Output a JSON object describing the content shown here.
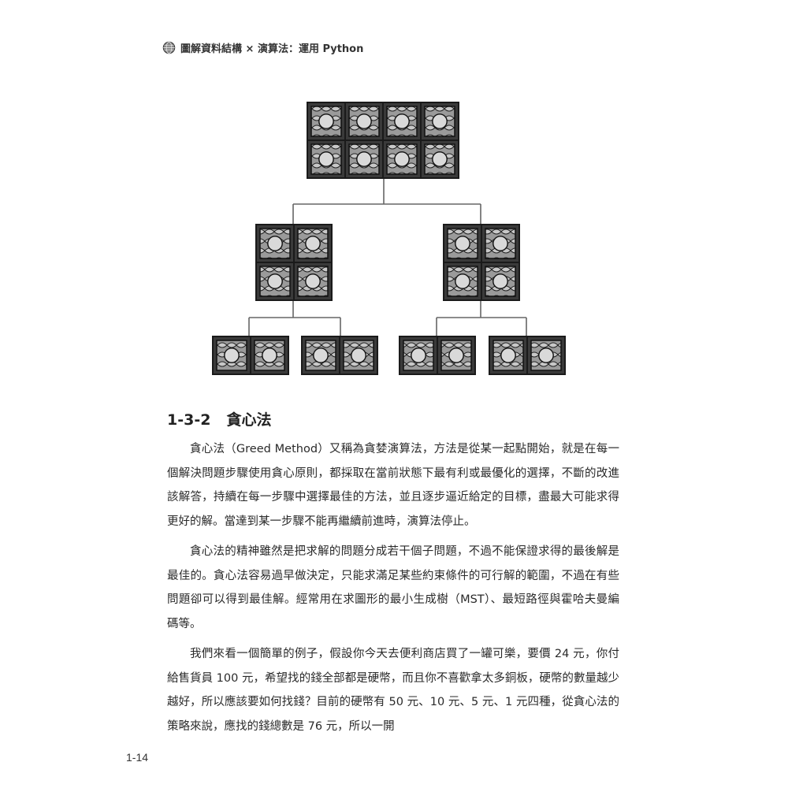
{
  "header": {
    "title": "圖解資料結構 × 演算法：運用 Python",
    "icon": "globe-icon"
  },
  "diagram": {
    "description_icons": [
      "aquarius-tile-icon",
      "cancer-tile-icon",
      "taurus-tile-icon",
      "abstract-tile-icon",
      "capricorn-tile-icon",
      "leo-tile-icon",
      "aries-tile-icon",
      "pisces-tile-icon"
    ],
    "tile_color": "#3a3a3a",
    "line_color": "#666666"
  },
  "section": {
    "number": "1-3-2",
    "title": "貪心法"
  },
  "paragraphs": [
    "貪心法（Greed Method）又稱為貪婪演算法，方法是從某一起點開始，就是在每一個解決問題步驟使用貪心原則，都採取在當前狀態下最有利或最優化的選擇，不斷的改進該解答，持續在每一步驟中選擇最佳的方法，並且逐步逼近給定的目標，盡最大可能求得更好的解。當達到某一步驟不能再繼續前進時，演算法停止。",
    "貪心法的精神雖然是把求解的問題分成若干個子問題，不過不能保證求得的最後解是最佳的。貪心法容易過早做決定，只能求滿足某些約束條件的可行解的範圍，不過在有些問題卻可以得到最佳解。經常用在求圖形的最小生成樹（MST）、最短路徑與霍哈夫曼編碼等。",
    "我們來看一個簡單的例子，假設你今天去便利商店買了一罐可樂，要價 24 元，你付給售貨員 100 元，希望找的錢全部都是硬幣，而且你不喜歡拿太多銅板，硬幣的數量越少越好，所以應該要如何找錢？目前的硬幣有 50 元、10 元、5 元、1 元四種，從貪心法的策略來說，應找的錢總數是 76 元，所以一開"
  ],
  "page_number": "1-14"
}
